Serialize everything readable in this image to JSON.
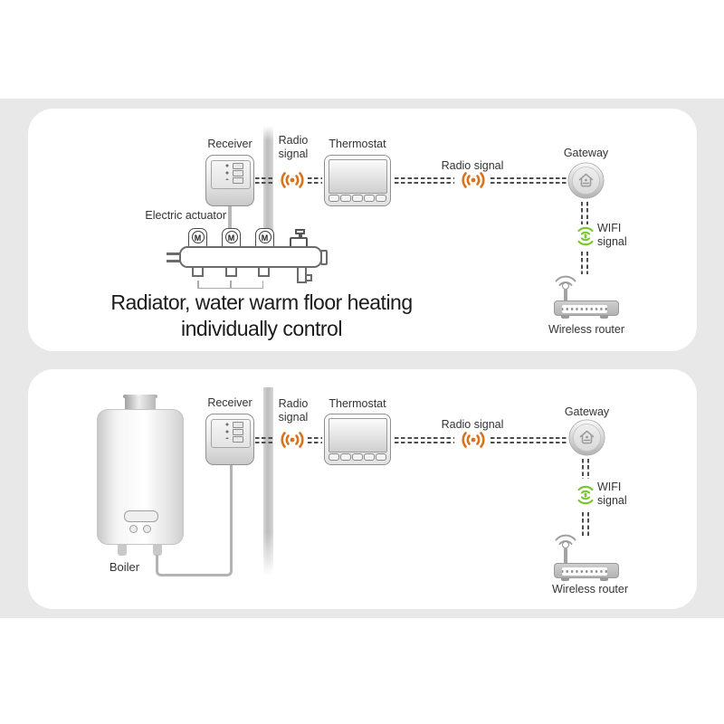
{
  "colors": {
    "background_band": "#e8e8e8",
    "panel": "#ffffff",
    "radio_signal_orange": "#d9731e",
    "wifi_green": "#7cc731",
    "label_text": "#333333",
    "caption_text": "#1b1b1b"
  },
  "icons": {
    "radio_signal": "orange radiating arcs ((•))",
    "wifi_signal": "green double wifi fan",
    "gateway": "round puck with house glyph",
    "wireless_router": "router box with antenna",
    "actuator": "M in circle",
    "boiler": "wall-hung boiler",
    "receiver": "wall receiver box",
    "thermostat": "thermostat with screen and buttons"
  },
  "panel1": {
    "receiver_label": "Receiver",
    "radio_signal_left_label": "Radio signal",
    "thermostat_label": "Thermostat",
    "radio_signal_right_label": "Radio signal",
    "gateway_label": "Gateway",
    "wifi_signal_label": "WIFI signal",
    "wireless_router_label": "Wireless router",
    "electric_actuator_label": "Electric actuator",
    "actuators": [
      "M",
      "M",
      "M"
    ],
    "caption_line1": "Radiator, water warm floor heating",
    "caption_line2": "individually control"
  },
  "panel2": {
    "boiler_label": "Boiler",
    "receiver_label": "Receiver",
    "radio_signal_left_label": "Radio signal",
    "thermostat_label": "Thermostat",
    "radio_signal_right_label": "Radio signal",
    "gateway_label": "Gateway",
    "wifi_signal_label": "WIFI signal",
    "wireless_router_label": "Wireless router"
  }
}
